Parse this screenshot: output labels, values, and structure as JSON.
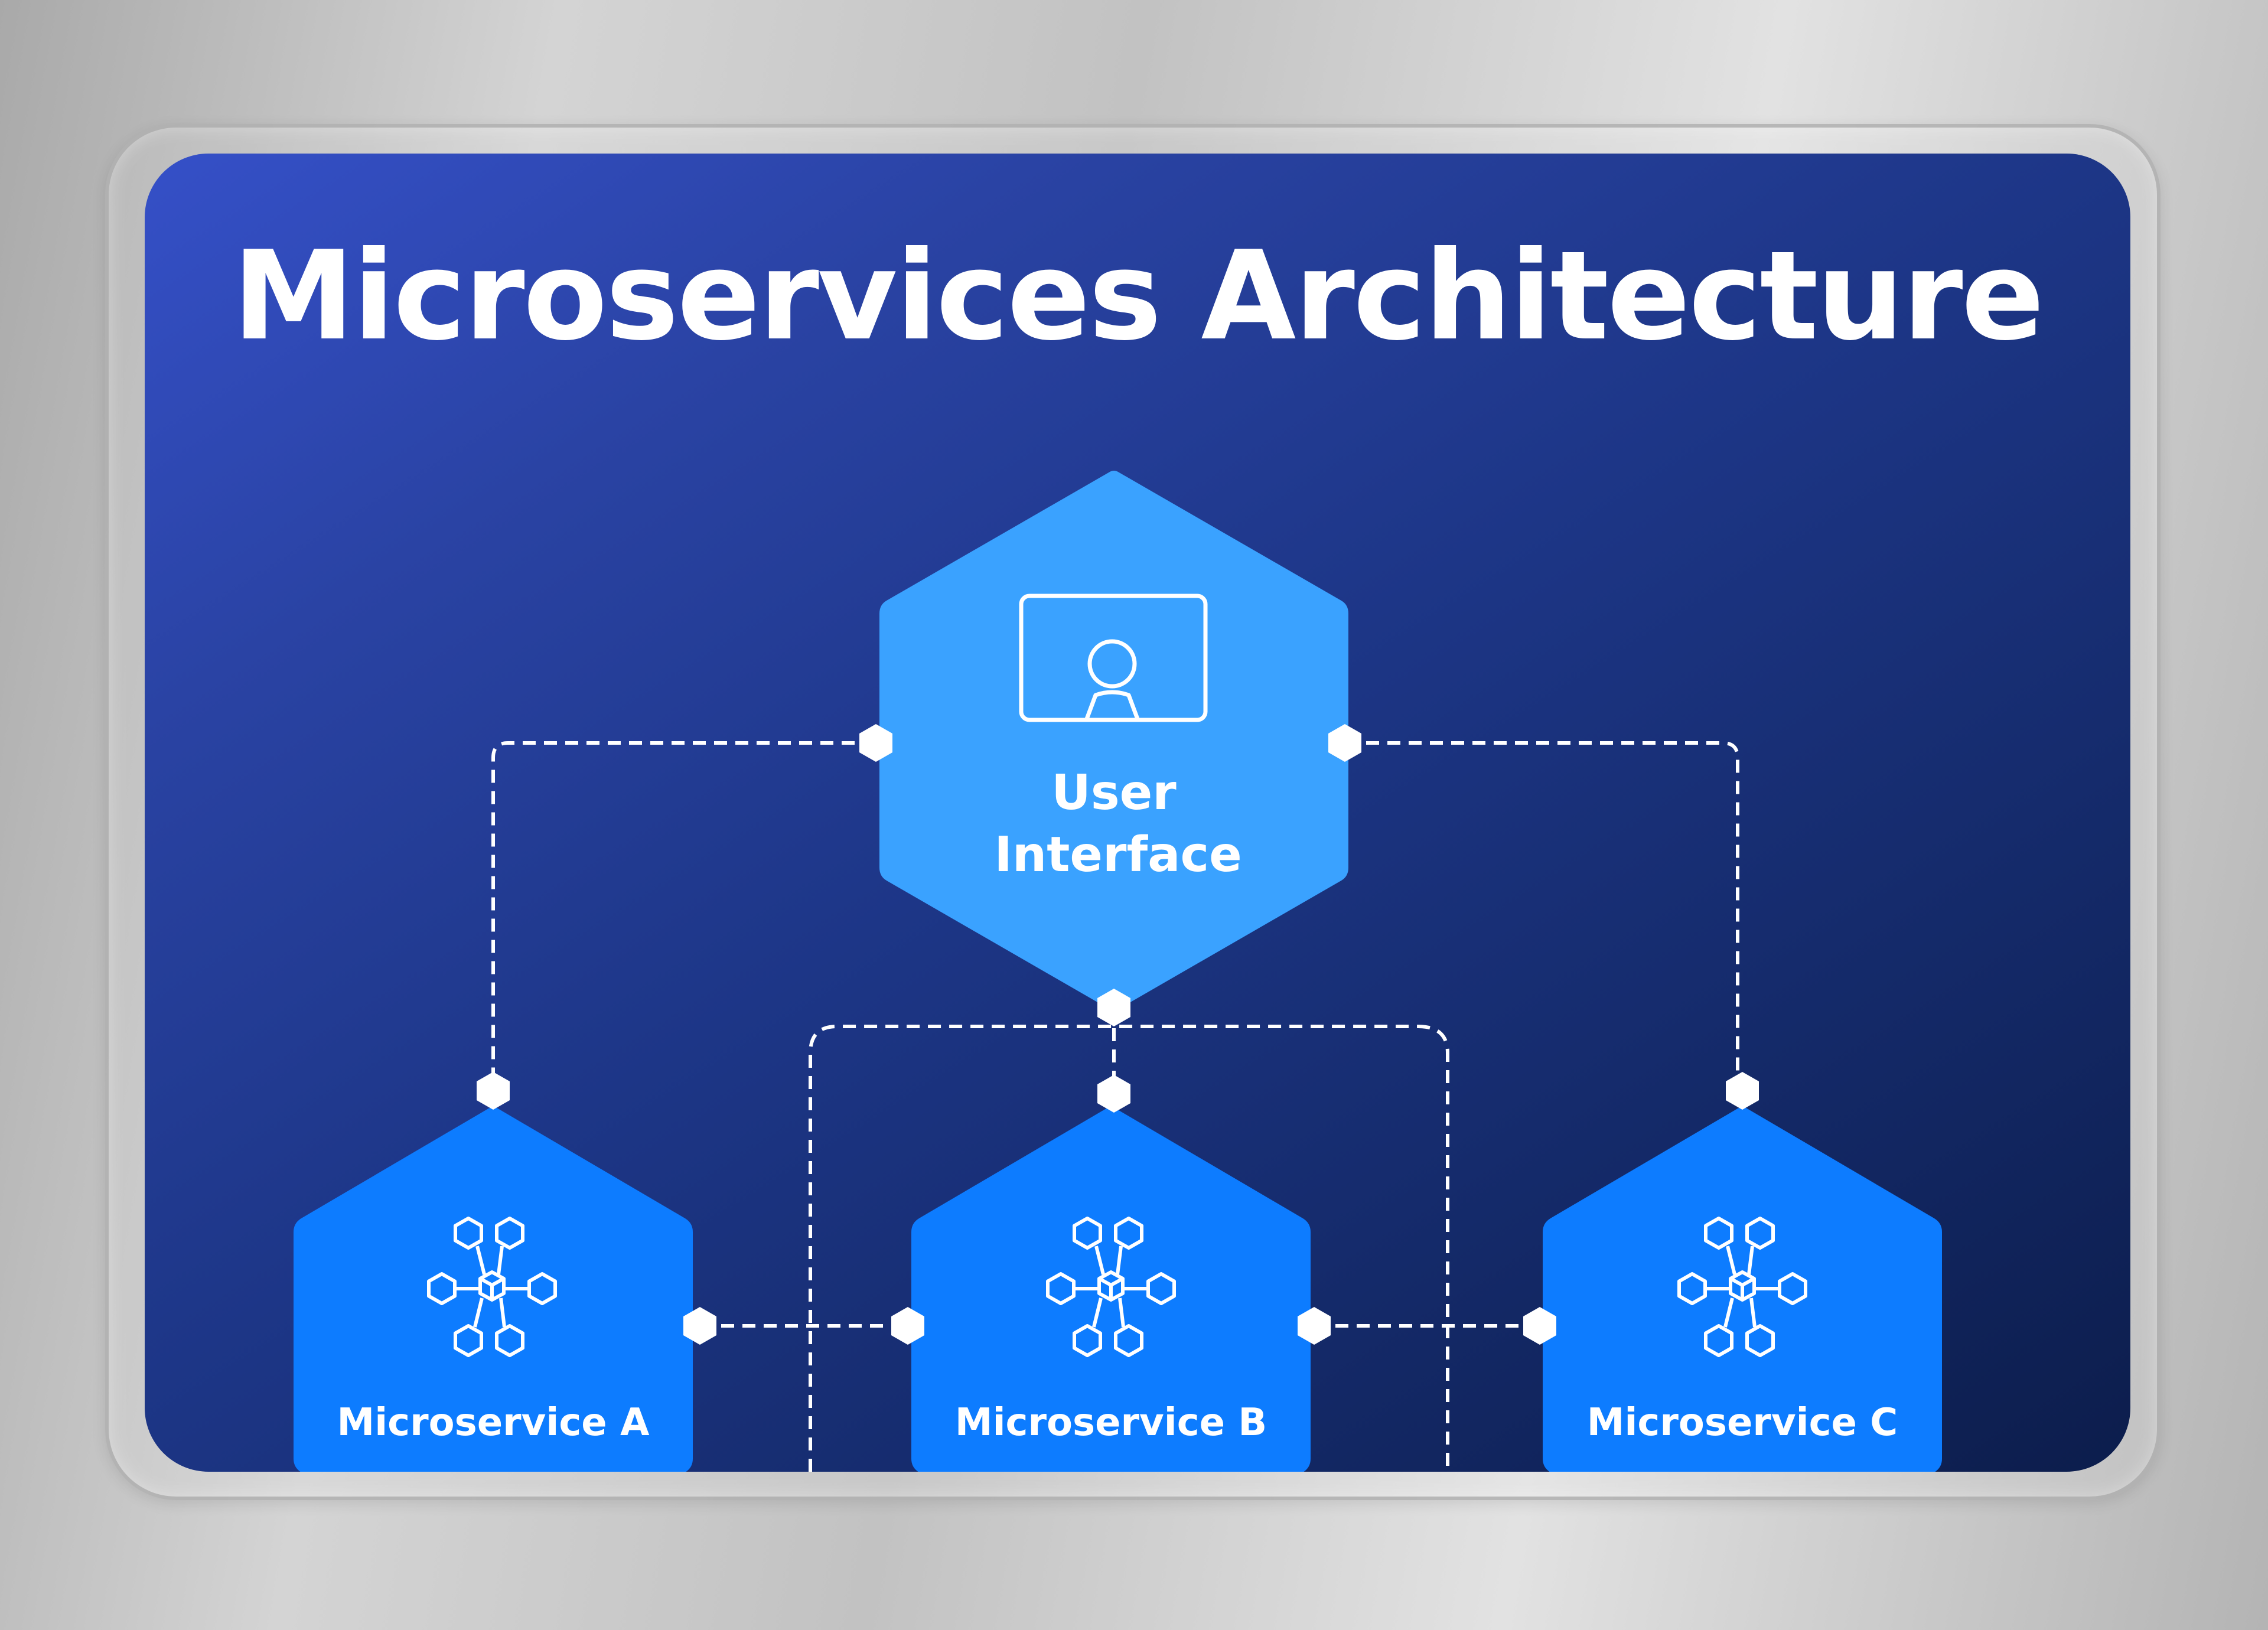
{
  "title": "Microservices Architecture",
  "colors": {
    "card_gradient": [
      "#3550c8",
      "#0c1d4c"
    ],
    "ui_node": "#3aa2ff",
    "service_node": "#0d7cff",
    "connector": "#ffffff"
  },
  "nodes": {
    "user_interface": {
      "label_line1": "User",
      "label_line2": "Interface",
      "icon": "monitor-user-icon"
    },
    "service_a": {
      "label": "Microservice A",
      "icon": "hexagon-cluster-icon"
    },
    "service_b": {
      "label": "Microservice B",
      "icon": "hexagon-cluster-icon"
    },
    "service_c": {
      "label": "Microservice C",
      "icon": "hexagon-cluster-icon"
    }
  },
  "connections": [
    {
      "from": "User Interface",
      "to": "Microservice A"
    },
    {
      "from": "User Interface",
      "to": "Microservice B"
    },
    {
      "from": "User Interface",
      "to": "Microservice C"
    },
    {
      "from": "Microservice A",
      "to": "Microservice B"
    },
    {
      "from": "Microservice B",
      "to": "Microservice C"
    }
  ]
}
